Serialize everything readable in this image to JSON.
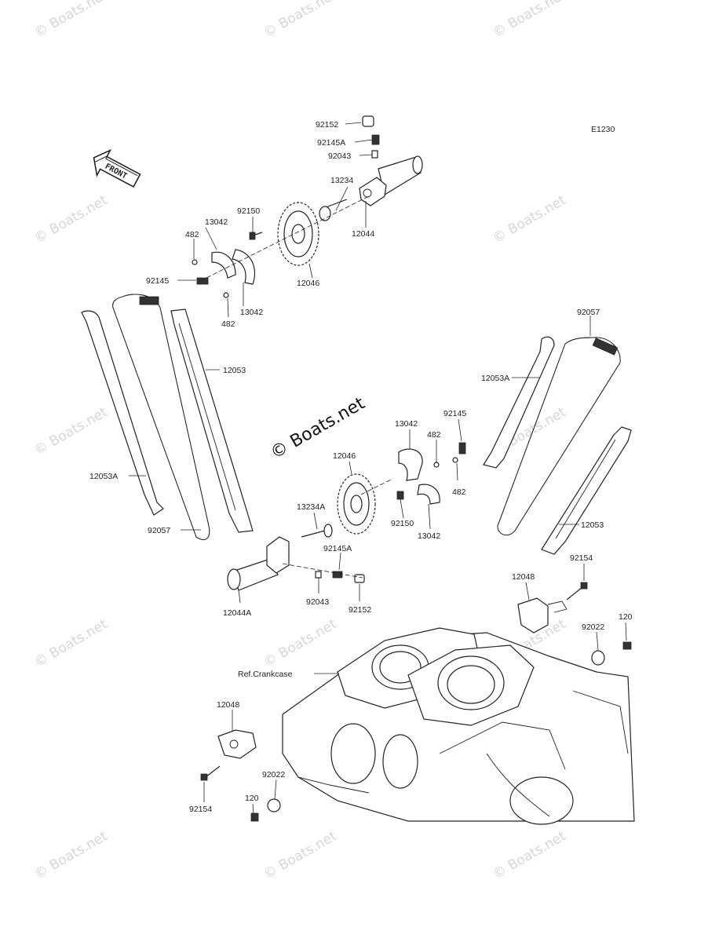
{
  "diagram": {
    "code": "E1230",
    "front_label": "FRONT",
    "watermark": "© Boats.net",
    "reference_label": "Ref.Crankcase",
    "labels": {
      "p92152_top": "92152",
      "p92145A_top": "92145A",
      "p92043_top": "92043",
      "p13234": "13234",
      "p12044": "12044",
      "p92150_top": "92150",
      "p13042_top_a": "13042",
      "p482_top_a": "482",
      "p92145_top": "92145",
      "p12046_top": "12046",
      "p13042_top_b": "13042",
      "p482_top_b": "482",
      "p12053_left": "12053",
      "p92057_right": "92057",
      "p12053A_right": "12053A",
      "p13042_mid_a": "13042",
      "p92145_mid": "92145",
      "p482_mid_a": "482",
      "p482_mid_b": "482",
      "p12046_mid": "12046",
      "p13234A": "13234A",
      "p92150_mid": "92150",
      "p13042_mid_b": "13042",
      "p12053A_left": "12053A",
      "p92057_left": "92057",
      "p12053_right": "12053",
      "p92145A_mid": "92145A",
      "p92043_mid": "92043",
      "p92152_mid": "92152",
      "p12044A": "12044A",
      "p12048_right": "12048",
      "p92154_right": "92154",
      "p120_right": "120",
      "p92022_right": "92022",
      "p12048_left": "12048",
      "p92154_left": "92154",
      "p120_left": "120",
      "p92022_left": "92022"
    }
  }
}
